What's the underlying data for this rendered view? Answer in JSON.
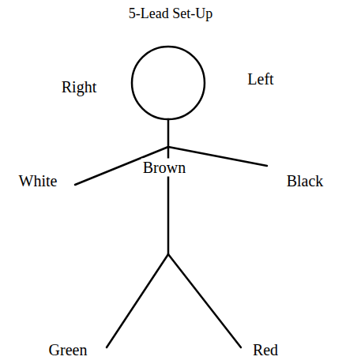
{
  "diagram": {
    "title": "5-Lead Set-Up",
    "labels": [
      "Right",
      "Left",
      "White",
      "Brown",
      "Black",
      "Green",
      "Red"
    ]
  }
}
